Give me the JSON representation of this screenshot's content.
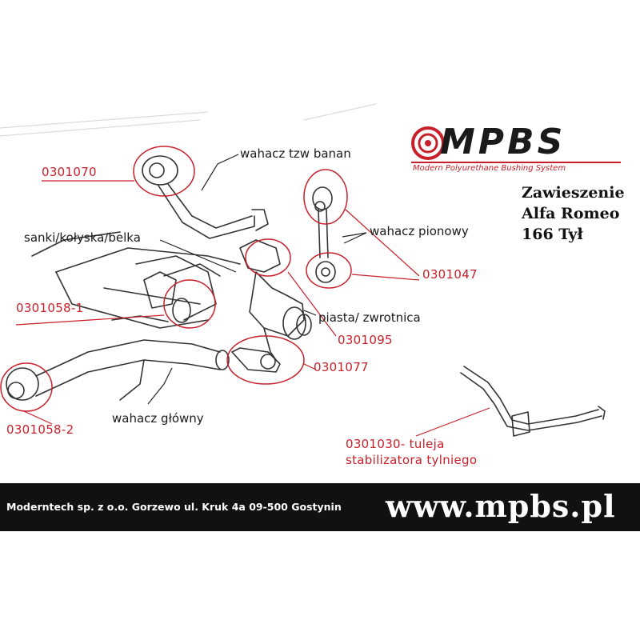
{
  "logo": {
    "brand": "MPBS",
    "tagline": "Modern Polyurethane Bushing System"
  },
  "title": {
    "line1": "Zawieszenie",
    "line2": "Alfa Romeo",
    "line3": "166 Tył"
  },
  "parts": {
    "banan_name": "wahacz tzw banan",
    "banan_code": "0301070",
    "cradle_name": "sanki/kołyska/belka",
    "cradle_code": "0301058-1",
    "vertical_name": "wahacz pionowy",
    "vertical_code": "0301047",
    "hub_name": "piasta/ zwrotnica",
    "hub_code": "0301095",
    "hub_lower_code": "0301077",
    "main_name": "wahacz główny",
    "main_code": "0301058-2",
    "stab_line1": "0301030- tuleja",
    "stab_line2": "stabilizatora tylniego"
  },
  "footer": {
    "address": "Moderntech sp. z o.o. Gorzewo ul. Kruk 4a 09-500 Gostynin",
    "url": "www.mpbs.pl"
  },
  "colors": {
    "accent_red": "#c8202a",
    "footer_bg": "#111111",
    "line_art": "#333333"
  }
}
